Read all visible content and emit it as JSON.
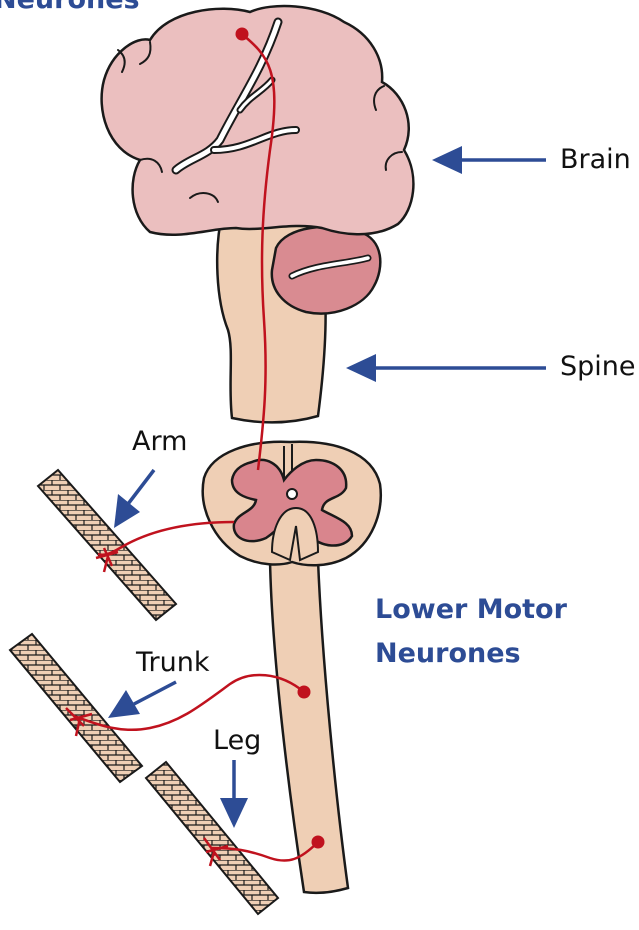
{
  "labels": {
    "upper_title_partial": "Neurones",
    "brain": "Brain",
    "spine": "Spine",
    "arm": "Arm",
    "lower_title_line1": "Lower Motor",
    "lower_title_line2": "Neurones",
    "trunk": "Trunk",
    "leg": "Leg"
  },
  "icons": {
    "brain": "brain-icon",
    "brainstem": "brainstem-icon",
    "cerebellum": "cerebellum-icon",
    "spinal_cross_section": "spinal-cord-cross-section-icon",
    "spinal_cord": "spinal-cord-icon",
    "muscle": "muscle-icon"
  },
  "colors": {
    "arrow": "#2d4c95",
    "title": "#2d4c95",
    "brain_fill": "#ebbfbf",
    "cerebellum_fill": "#d98b91",
    "cord_fill": "#efcfb5",
    "grey_matter_fill": "#d9858d",
    "neurone": "#c0121e",
    "muscle_fill": "#efcfb5",
    "outline": "#1a1a1a"
  }
}
